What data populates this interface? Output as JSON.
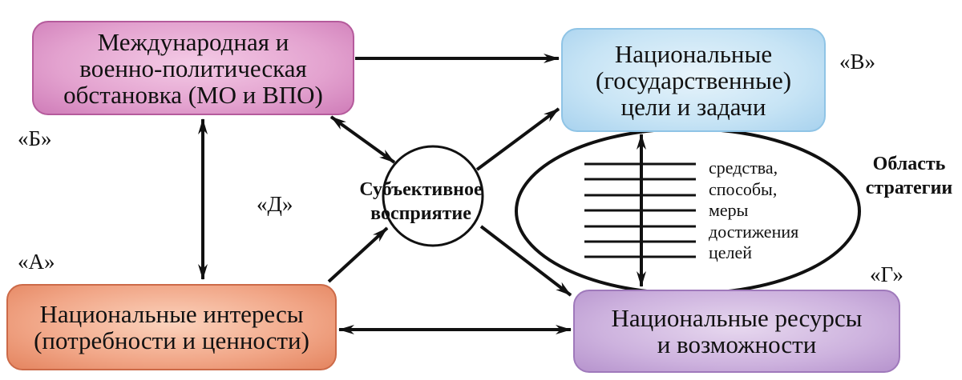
{
  "boxes": {
    "mo": "Международная и\nвоенно-политическая\nобстановка (МО и ВПО)",
    "goals": "Национальные\n(государственные)\nцели и задачи",
    "interests": "Национальные интересы\n(потребности и ценности)",
    "resources": "Национальные ресурсы\nи возможности"
  },
  "labels": {
    "b": "«Б»",
    "a": "«А»",
    "d": "«Д»",
    "v": "«В»",
    "g": "«Г»"
  },
  "center": {
    "text": "Субъективное\nвосприятие"
  },
  "strategy": {
    "title": "Область\nстратегии",
    "means": "средства,\nспособы,\nмеры\nдостижения\nцелей"
  },
  "colors": {
    "mo": "#e3a2cf",
    "goals": "#c7e4f5",
    "interests": "#f1a687",
    "resources": "#cdb2de"
  }
}
